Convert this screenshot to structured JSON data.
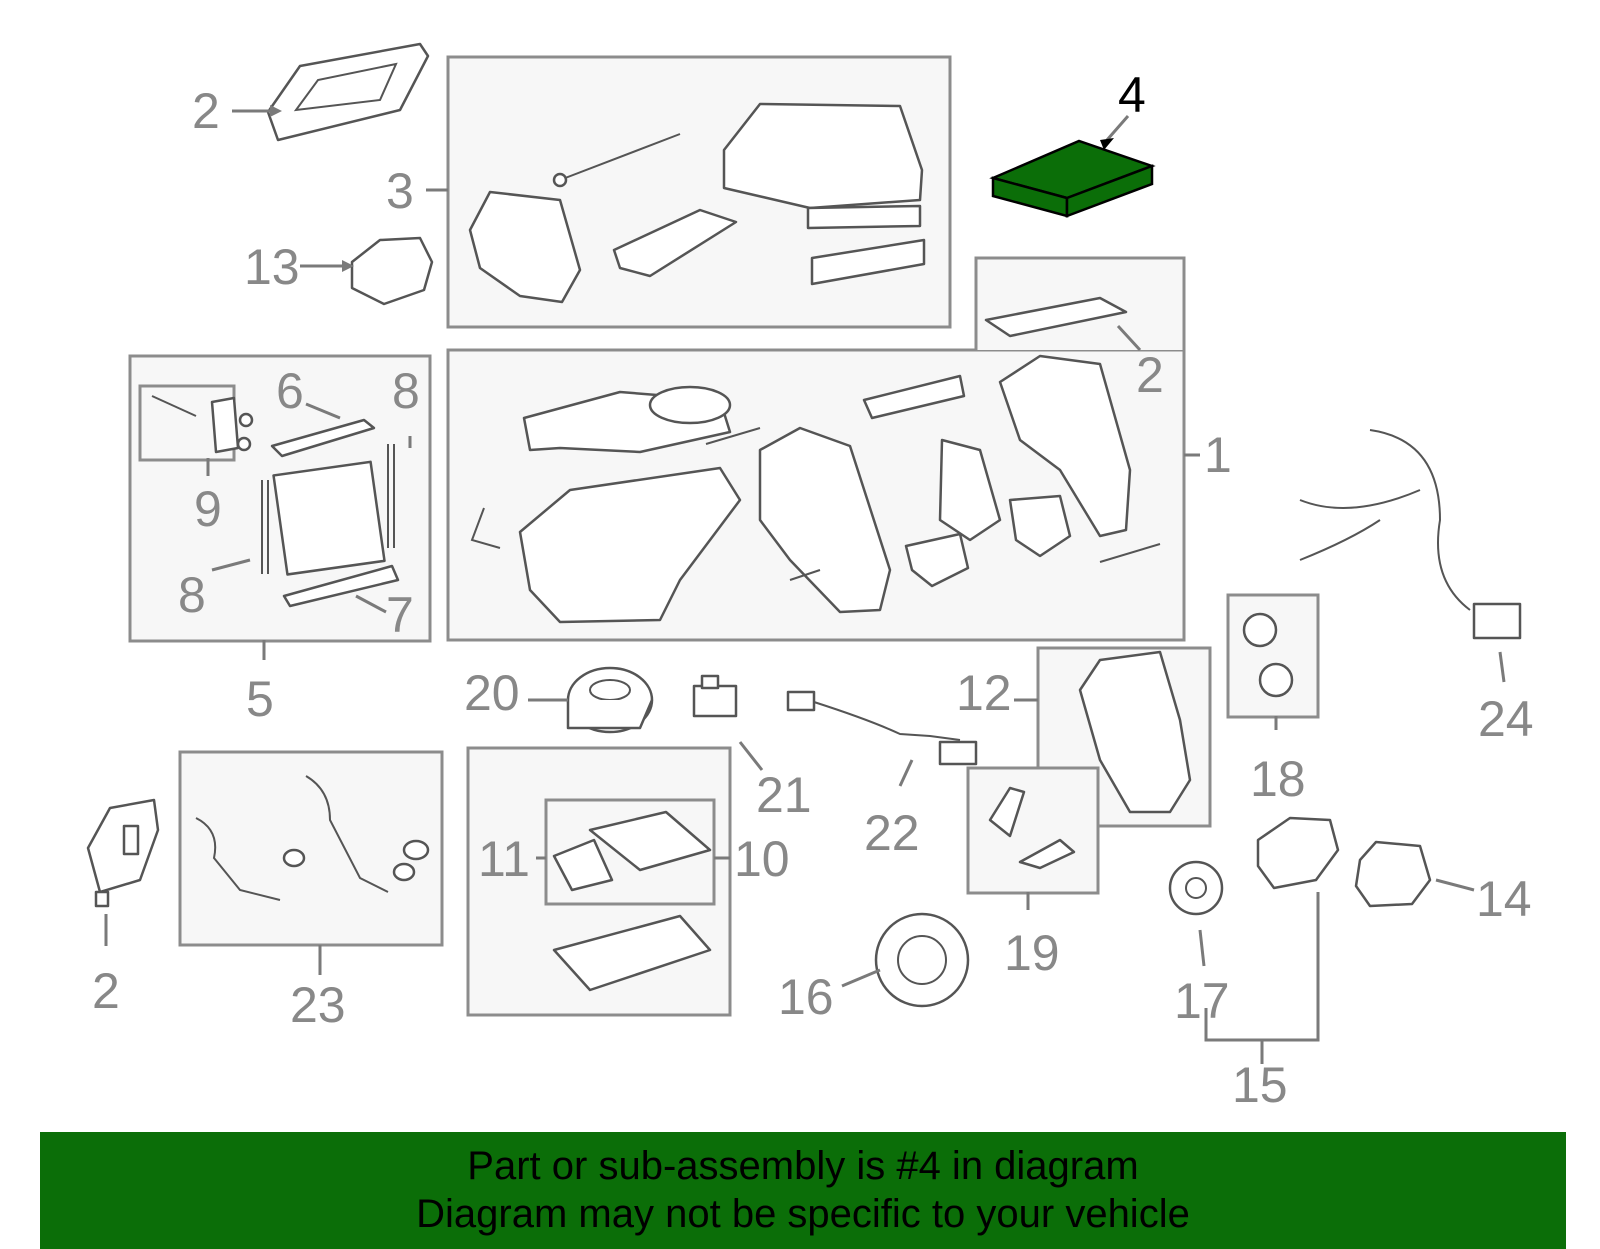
{
  "callouts": {
    "c1": "1",
    "c2a": "2",
    "c2b": "2",
    "c2c": "2",
    "c3": "3",
    "c4": "4",
    "c5": "5",
    "c6": "6",
    "c7": "7",
    "c8a": "8",
    "c8b": "8",
    "c9": "9",
    "c10": "10",
    "c11": "11",
    "c12": "12",
    "c13": "13",
    "c14": "14",
    "c15": "15",
    "c16": "16",
    "c17": "17",
    "c18": "18",
    "c19": "19",
    "c20": "20",
    "c21": "21",
    "c22": "22",
    "c23": "23",
    "c24": "24"
  },
  "banner": {
    "line1": "Part or sub-assembly is #4 in diagram",
    "line2": "Diagram may not be specific to your vehicle"
  },
  "colors": {
    "highlight": "#0b6e08",
    "callout": "#888888",
    "active_callout": "#000000"
  }
}
